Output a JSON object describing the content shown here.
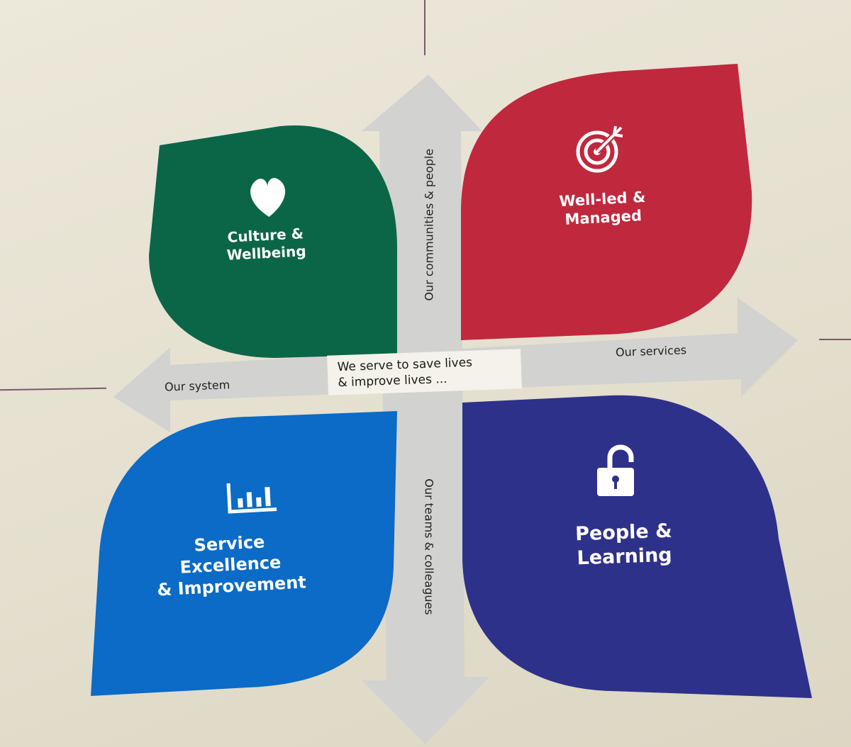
{
  "center_text": "We serve to save lives\n& improve lives ...",
  "axes": {
    "up": "Our communities & people",
    "down": "Our teams & colleagues",
    "left": "Our system",
    "right": "Our services"
  },
  "quadrants": {
    "top_left": {
      "label": "Culture &\nWellbeing",
      "icon": "heart-icon",
      "color": "#0b6648"
    },
    "top_right": {
      "label": "Well-led &\nManaged",
      "icon": "target-icon",
      "color": "#c0283e"
    },
    "bottom_left": {
      "label": "Service\nExcellence\n& Improvement",
      "icon": "bar-chart-icon",
      "color": "#0b6bc6"
    },
    "bottom_right": {
      "label": "People &\nLearning",
      "icon": "unlock-icon",
      "color": "#2e3189"
    }
  },
  "colors": {
    "arrow": "#d2d2d0",
    "background": "#ebe6d6"
  }
}
